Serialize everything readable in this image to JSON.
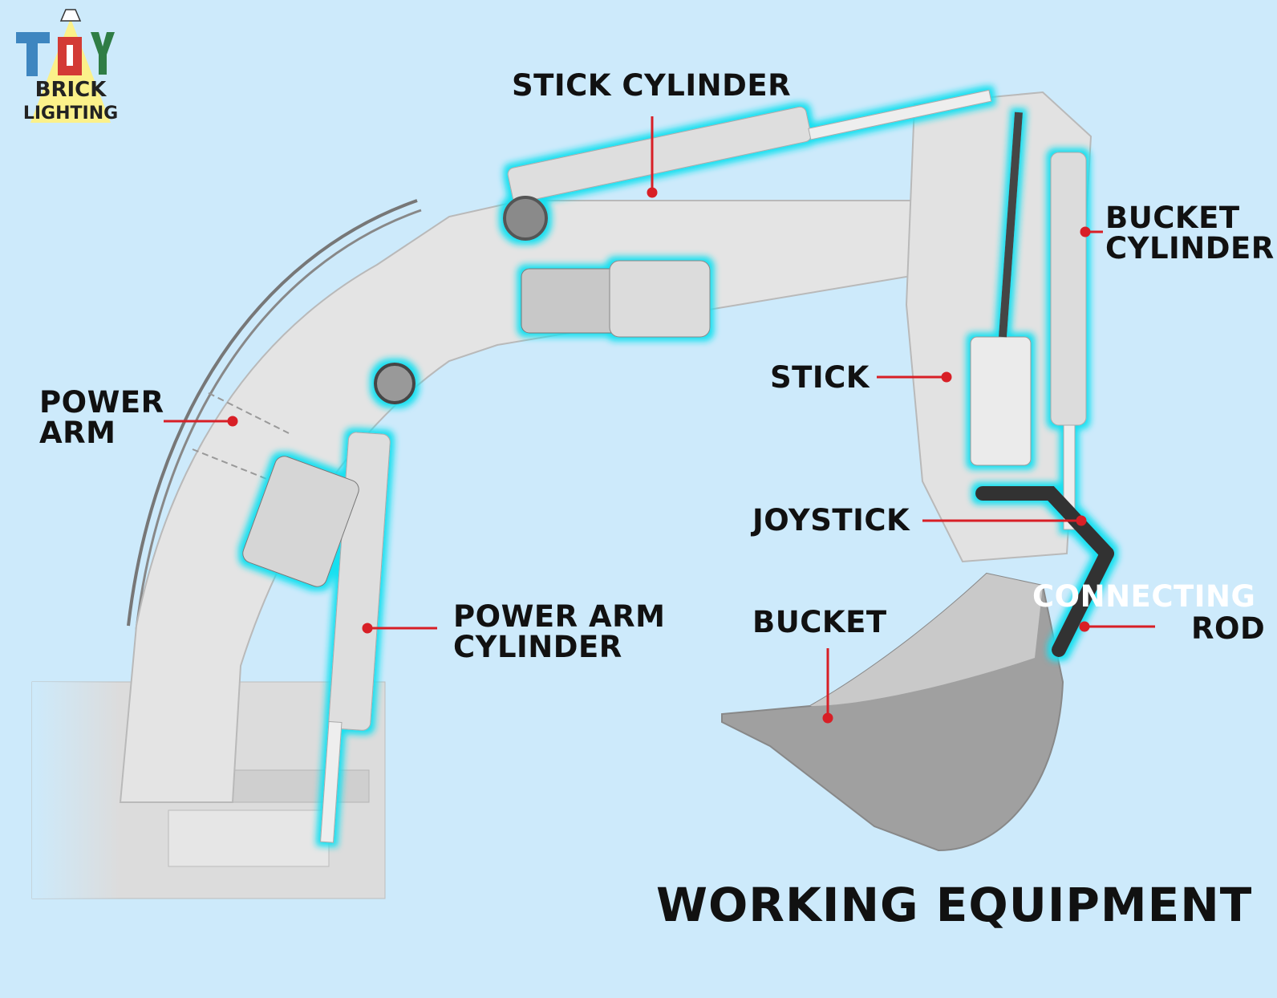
{
  "logo": {
    "line1": "TOY",
    "line2": "BRICK",
    "line3": "LIGHTING"
  },
  "labels": {
    "stick_cylinder": "STICK CYLINDER",
    "bucket_cylinder": [
      "BUCKET",
      "CYLINDER"
    ],
    "stick": "STICK",
    "power_arm": [
      "POWER",
      "ARM"
    ],
    "joystick": "JOYSTICK",
    "connecting_rod": [
      "CONNECTING",
      "ROD"
    ],
    "bucket": "BUCKET",
    "power_arm_cylinder": [
      "POWER ARM",
      "CYLINDER"
    ]
  },
  "title": "WORKING EQUIPMENT",
  "colors": {
    "background": "#cdeafb",
    "glow": "#19e0f0",
    "leader": "#d81f26",
    "part": "#e4e4e4",
    "bucket": "#9c9c9c"
  }
}
